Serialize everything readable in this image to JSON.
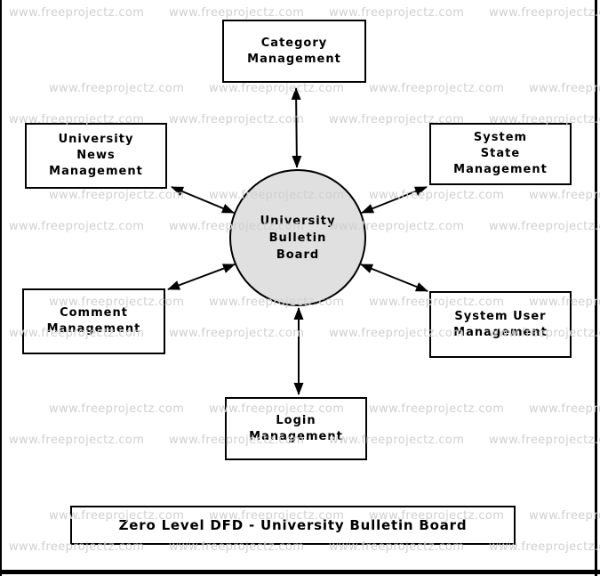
{
  "watermark": {
    "text": "www.freeprojectz.com"
  },
  "diagram": {
    "caption": "Zero Level DFD - University Bulletin Board",
    "process": {
      "label_lines": [
        "University",
        "Bulletin",
        "Board"
      ]
    },
    "entities": {
      "category": {
        "label_lines": [
          "Category",
          "Management"
        ]
      },
      "university_news": {
        "label_lines": [
          "University",
          "News",
          "Management"
        ]
      },
      "system_state": {
        "label_lines": [
          "System",
          "State",
          "Management"
        ]
      },
      "comment": {
        "label_lines": [
          "Comment",
          "Management"
        ]
      },
      "system_user": {
        "label_lines": [
          "System User",
          "Management"
        ]
      },
      "login": {
        "label_lines": [
          "Login",
          "Management"
        ]
      }
    },
    "colors": {
      "background": "#ffffff",
      "stroke": "#000000",
      "process_fill": "#e0e0e0",
      "watermark": "#d0d0d0"
    }
  }
}
